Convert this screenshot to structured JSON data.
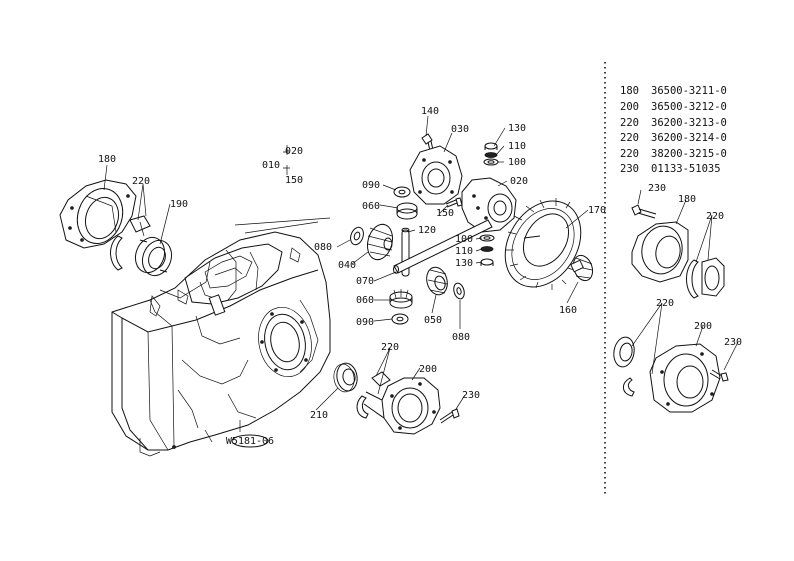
{
  "callouts": {
    "c180a": "180",
    "c220a": "220",
    "c190": "190",
    "c020g": "020",
    "c010": "010",
    "c150g": "150",
    "c140": "140",
    "c030": "030",
    "c130a": "130",
    "c110a": "110",
    "c100a": "100",
    "c020": "020",
    "c090a": "090",
    "c060a": "060",
    "c150": "150",
    "c080a": "080",
    "c120": "120",
    "c040": "040",
    "c100b": "100",
    "c110b": "110",
    "c130b": "130",
    "c170": "170",
    "c070": "070",
    "c060b": "060",
    "c050": "050",
    "c090b": "090",
    "c080b": "080",
    "c160": "160",
    "c220b": "220",
    "c200a": "200",
    "c210": "210",
    "c230a": "230",
    "c230b": "230",
    "c180b": "180",
    "c220c": "220",
    "c220d": "220",
    "c200b": "200",
    "c230c": "230",
    "stamp": "W5181-06"
  },
  "parts_table": [
    {
      "ref": "180",
      "part_no": "36500-3211-0"
    },
    {
      "ref": "200",
      "part_no": "36500-3212-0"
    },
    {
      "ref": "220",
      "part_no": "36200-3213-0"
    },
    {
      "ref": "220",
      "part_no": "36200-3214-0"
    },
    {
      "ref": "220",
      "part_no": "38200-3215-0"
    },
    {
      "ref": "230",
      "part_no": "01133-51035"
    }
  ]
}
